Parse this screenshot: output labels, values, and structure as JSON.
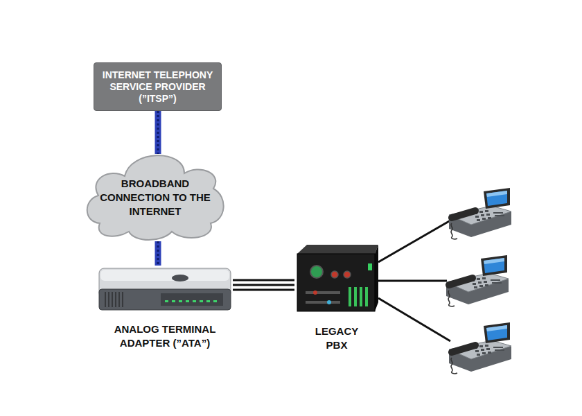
{
  "diagram": {
    "nodes": [
      {
        "text": [
          "INTERNET TELEPHONY SERVICE PROVIDER (”ITSP”)"
        ]
      },
      {
        "text": [
          "BROADBAND CONNECTION TO THE INTERNET"
        ]
      },
      {
        "text": [
          "ANALOG TERMINAL ADAPTER (”ATA”)"
        ]
      },
      {
        "text": [
          "LEGACY PBX"
        ]
      }
    ],
    "edges": [
      {
        "from": 0,
        "to": 1,
        "arrow": "none"
      },
      {
        "from": 1,
        "to": 2,
        "arrow": "none"
      },
      {
        "from": 2,
        "to": 3,
        "arrow": "none"
      },
      {
        "from": 2,
        "to": 3,
        "arrow": "none"
      },
      {
        "from": 2,
        "to": 3,
        "arrow": "none"
      }
    ]
  }
}
